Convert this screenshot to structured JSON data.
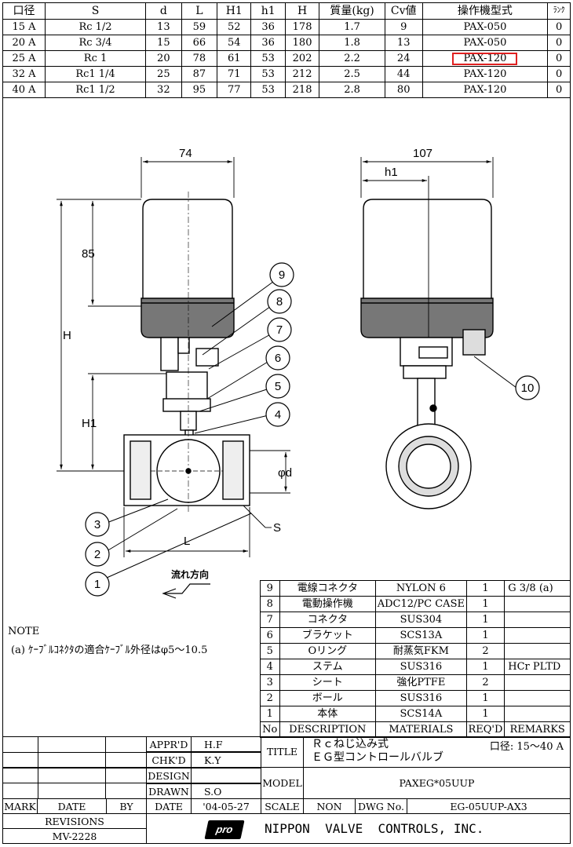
{
  "spec_table": {
    "headers": [
      "口径",
      "S",
      "d",
      "L",
      "H1",
      "h1",
      "H",
      "質量(kg)",
      "Cv値",
      "操作機型式",
      "ﾗﾝｸ"
    ],
    "rows": [
      [
        "15 A",
        "Rc 1/2",
        "13",
        "59",
        "52",
        "36",
        "178",
        "1.7",
        "9",
        "PAX-050",
        "0"
      ],
      [
        "20 A",
        "Rc 3/4",
        "15",
        "66",
        "54",
        "36",
        "180",
        "1.8",
        "13",
        "PAX-050",
        "0"
      ],
      [
        "25 A",
        "Rc 1",
        "20",
        "78",
        "61",
        "53",
        "202",
        "2.2",
        "24",
        "PAX-120",
        "0"
      ],
      [
        "32 A",
        "Rc1 1/4",
        "25",
        "87",
        "71",
        "53",
        "212",
        "2.5",
        "44",
        "PAX-120",
        "0"
      ],
      [
        "40 A",
        "Rc1 1/2",
        "32",
        "95",
        "77",
        "53",
        "218",
        "2.8",
        "80",
        "PAX-120",
        "0"
      ]
    ],
    "highlight_color": "#e02020"
  },
  "drawing": {
    "dims": {
      "width_front": "74",
      "width_side": "107",
      "h1_side": "h1",
      "height_actuator": "85",
      "H": "H",
      "H1": "H1",
      "phi_d": "φd",
      "L": "L",
      "S": "S"
    },
    "callouts": [
      "9",
      "8",
      "7",
      "6",
      "5",
      "4",
      "3",
      "2",
      "1",
      "10"
    ],
    "flow_label": "流れ方向"
  },
  "note": {
    "heading": "NOTE",
    "line": "(a) ｹｰﾌﾞﾙｺﾈｸﾀの適合ｹｰﾌﾞﾙ外径はφ5～10.5"
  },
  "parts_table": {
    "rows": [
      [
        "9",
        "電線コネクタ",
        "NYLON 6",
        "1",
        "G 3/8 (a)"
      ],
      [
        "8",
        "電動操作機",
        "ADC12/PC CASE",
        "1",
        ""
      ],
      [
        "7",
        "コネクタ",
        "SUS304",
        "1",
        ""
      ],
      [
        "6",
        "ブラケット",
        "SCS13A",
        "1",
        ""
      ],
      [
        "5",
        "Oリング",
        "耐蒸気FKM",
        "2",
        ""
      ],
      [
        "4",
        "ステム",
        "SUS316",
        "1",
        "HCr PLTD"
      ],
      [
        "3",
        "シート",
        "強化PTFE",
        "2",
        ""
      ],
      [
        "2",
        "ボール",
        "SUS316",
        "1",
        ""
      ],
      [
        "1",
        "本体",
        "SCS14A",
        "1",
        ""
      ]
    ],
    "header": [
      "No",
      "DESCRIPTION",
      "MATERIALS",
      "REQ'D",
      "REMARKS"
    ]
  },
  "title_block": {
    "appr_label": "APPR'D",
    "appr_value": "H.F",
    "chk_label": "CHK'D",
    "chk_value": "K.Y",
    "design_label": "DESIGN",
    "design_value": "",
    "drawn_label": "DRAWN",
    "drawn_value": "S.O",
    "mark_label": "MARK",
    "date_label": "DATE",
    "by_label": "BY",
    "date_label2": "DATE",
    "date_value": "'04-05-27",
    "revisions_label": "REVISIONS",
    "revisions_value": "MV-2228",
    "title_label": "TITLE",
    "title_line1": "Ｒｃねじ込み式",
    "title_line2": "ＥＧ型コントロールバルブ",
    "size_label": "口径: 15～40 A",
    "model_label": "MODEL",
    "model_value": "PAXEG*05UUP",
    "scale_label": "SCALE",
    "scale_value": "NON",
    "dwg_label": "DWG No.",
    "dwg_value": "EG-05UUP-AX3",
    "logo_text": "pro",
    "company": "NIPPON  VALVE  CONTROLS, INC."
  }
}
